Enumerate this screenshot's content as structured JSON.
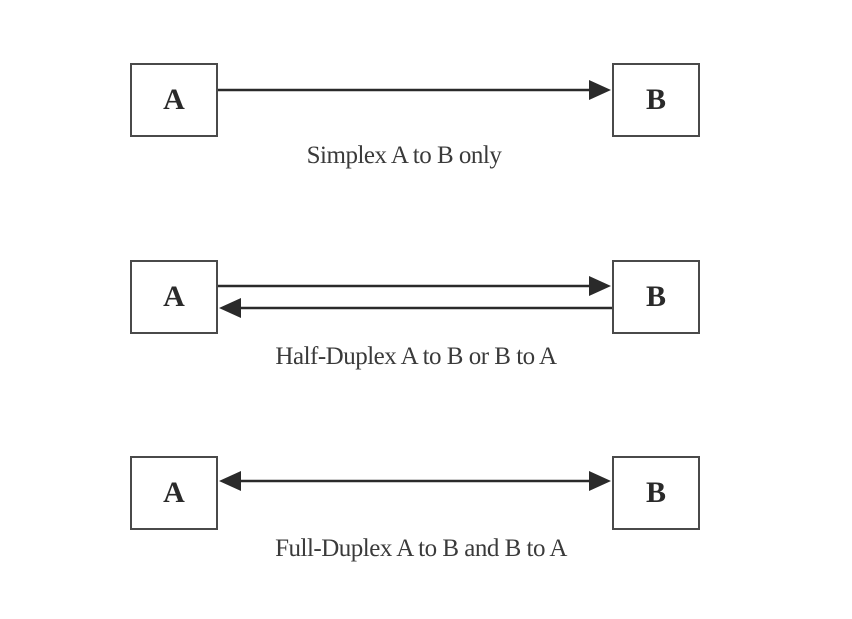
{
  "diagrams": [
    {
      "mode": "simplex",
      "left_label": "A",
      "right_label": "B",
      "caption": "Simplex A to B only",
      "arrows": [
        "A->B"
      ]
    },
    {
      "mode": "half-duplex",
      "left_label": "A",
      "right_label": "B",
      "caption": "Half-Duplex A to B or B to A",
      "arrows": [
        "A->B",
        "B->A"
      ]
    },
    {
      "mode": "full-duplex",
      "left_label": "A",
      "right_label": "B",
      "caption": "Full-Duplex A to B and B to A",
      "arrows": [
        "A<->B"
      ]
    }
  ],
  "colors": {
    "line": "#2a2a2a",
    "box_border": "#4a4a4a",
    "text": "#2a2a2a"
  }
}
